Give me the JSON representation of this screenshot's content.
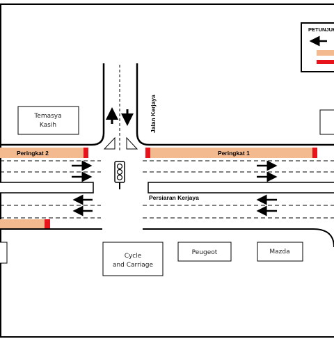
{
  "legend": {
    "title": "PETUNJUK"
  },
  "buildings": {
    "temasya_kasih": [
      "Temasya",
      "Kasih"
    ],
    "cycle_and_carriage": [
      "Cycle",
      "and Carriage"
    ],
    "peugeot": "Peugeot",
    "mazda": "Mazda"
  },
  "roads": {
    "jalan_kerjaya": "Jalan Kerjaya",
    "persiaran_kerjaya": "Persiaran Kerjaya"
  },
  "segments": {
    "peringkat_1": "Peringkat 1",
    "peringkat_2": "Peringkat 2"
  },
  "colors": {
    "segment_fill": "#f3b98f",
    "marker_red": "#e8141c",
    "line": "#000000"
  }
}
